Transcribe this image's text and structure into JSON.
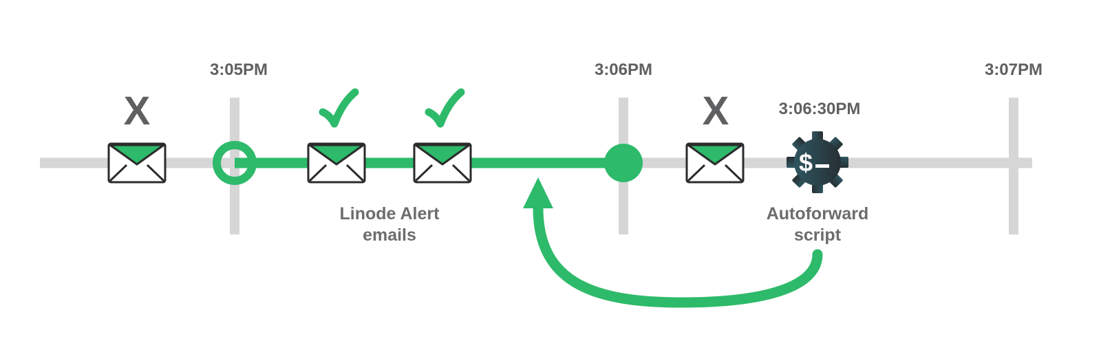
{
  "timeline": {
    "ticks": [
      {
        "label": "3:05PM"
      },
      {
        "label": "3:06PM"
      },
      {
        "label": "3:07PM"
      }
    ],
    "script_time": "3:06:30PM",
    "emails": [
      {
        "status": "rejected",
        "mark": "X"
      },
      {
        "status": "accepted",
        "mark": "check"
      },
      {
        "status": "accepted",
        "mark": "check"
      },
      {
        "status": "rejected",
        "mark": "X"
      }
    ]
  },
  "captions": {
    "alert_emails": [
      "Linode Alert",
      "emails"
    ],
    "autoforward_script": [
      "Autoforward",
      "script"
    ]
  },
  "icons": {
    "email": "envelope-icon",
    "accepted": "checkmark-icon",
    "rejected": "x-mark-icon",
    "script": "gear-dollar-icon",
    "window_start": "hollow-circle-marker",
    "window_end": "filled-circle-marker",
    "feedback": "curved-arrow"
  },
  "colors": {
    "accent_green": "#2dba6a",
    "track_gray": "#d6d6d6",
    "label_gray": "#5f6062",
    "gear_dark": "#2a3438",
    "gear_teal": "#2f5560"
  }
}
